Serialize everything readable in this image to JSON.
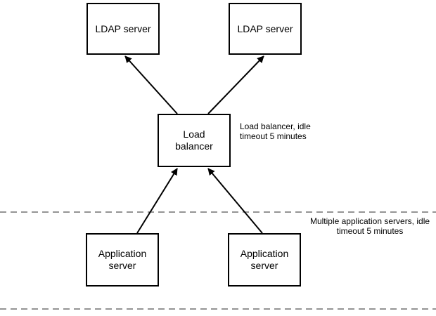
{
  "nodes": {
    "ldap_left": "LDAP server",
    "ldap_right": "LDAP server",
    "load_balancer": "Load\nbalancer",
    "app_left": "Application\nserver",
    "app_right": "Application\nserver"
  },
  "annotations": {
    "load_balancer_note": "Load balancer, idle\ntimeout 5 minutes",
    "app_servers_note": "Multiple application servers, idle\ntimeout 5 minutes"
  },
  "colors": {
    "stroke": "#000000",
    "dashed_divider": "#555555",
    "background": "#ffffff"
  }
}
